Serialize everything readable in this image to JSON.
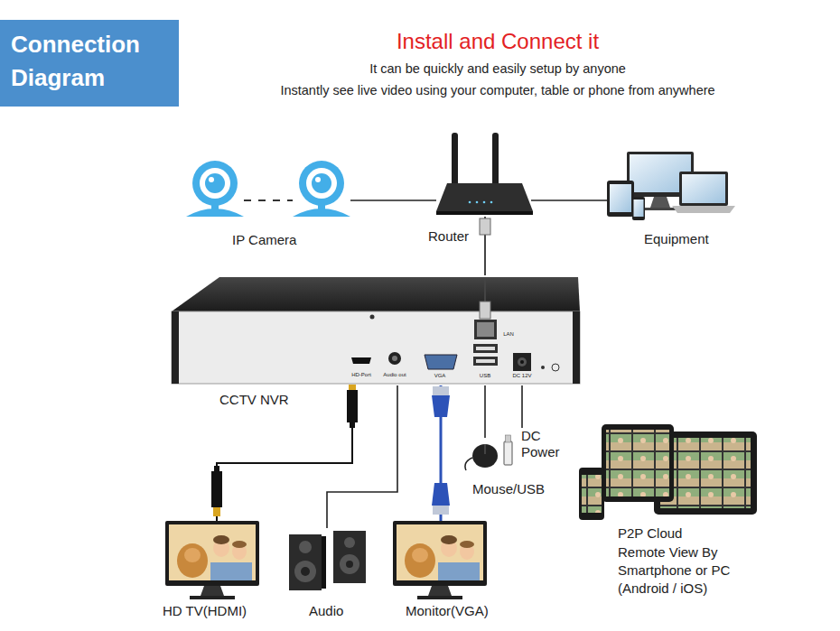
{
  "diagram": {
    "title": "Install and Connect it",
    "nodes": [
      {
        "text": [
          "Connection Diagram"
        ]
      },
      {
        "text": [
          "IP Camera"
        ]
      },
      {
        "text": [
          "Router"
        ]
      },
      {
        "text": [
          "Equipment"
        ]
      },
      {
        "text": [
          "CCTV NVR"
        ]
      },
      {
        "text": [
          "Mouse/USB"
        ]
      },
      {
        "text": [
          "DC Power"
        ]
      },
      {
        "text": [
          "P2P Cloud",
          "Remote View By Smartphone or PC (Android / iOS)"
        ]
      },
      {
        "text": [
          "HD TV(HDMI)"
        ]
      },
      {
        "text": [
          "Audio"
        ]
      },
      {
        "text": [
          "Monitor(VGA)"
        ]
      }
    ],
    "edges": [
      {
        "from": 1,
        "to": 2,
        "arrow": "none"
      },
      {
        "from": 2,
        "to": 3,
        "arrow": "none"
      },
      {
        "from": 2,
        "to": 4,
        "arrow": "none"
      },
      {
        "from": 4,
        "to": 8,
        "arrow": "none"
      },
      {
        "from": 4,
        "to": 9,
        "arrow": "none"
      },
      {
        "from": 4,
        "to": 10,
        "arrow": "none"
      },
      {
        "from": 4,
        "to": 5,
        "arrow": "none"
      },
      {
        "from": 4,
        "to": 6,
        "arrow": "none"
      }
    ],
    "labels": [
      "It can be quickly and easily setup by anyone",
      "Instantly see live video using your computer, table or phone from anywhere",
      "HD-Port",
      "Audio out",
      "VGA",
      "USB",
      "DC 12V",
      "LAN"
    ]
  }
}
